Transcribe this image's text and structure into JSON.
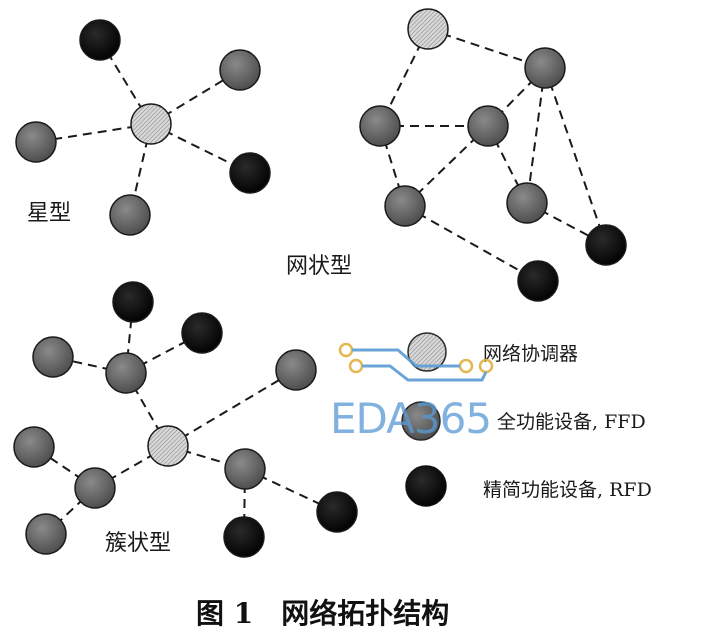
{
  "colors": {
    "background": "#ffffff",
    "link": "#1a1a1a",
    "coordinator": "#d9d9d9",
    "ffd": "#6b6b6b",
    "rfd": "#0d0d0d",
    "watermark": "#5b9bd5"
  },
  "diagram": {
    "star": {
      "label": "星型",
      "nodes": [
        {
          "id": "s0",
          "role": "coordinator"
        },
        {
          "id": "s1",
          "role": "rfd"
        },
        {
          "id": "s2",
          "role": "ffd"
        },
        {
          "id": "s3",
          "role": "ffd"
        },
        {
          "id": "s4",
          "role": "rfd"
        },
        {
          "id": "s5",
          "role": "ffd"
        }
      ],
      "links": [
        [
          "s0",
          "s1"
        ],
        [
          "s0",
          "s2"
        ],
        [
          "s0",
          "s3"
        ],
        [
          "s0",
          "s4"
        ],
        [
          "s0",
          "s5"
        ]
      ]
    },
    "mesh": {
      "label": "网状型",
      "nodes": [
        {
          "id": "m0",
          "role": "coordinator"
        },
        {
          "id": "m1",
          "role": "ffd"
        },
        {
          "id": "m2",
          "role": "ffd"
        },
        {
          "id": "m3",
          "role": "ffd"
        },
        {
          "id": "m4",
          "role": "ffd"
        },
        {
          "id": "m5",
          "role": "ffd"
        },
        {
          "id": "m6",
          "role": "rfd"
        },
        {
          "id": "m7",
          "role": "rfd"
        }
      ],
      "links": [
        [
          "m0",
          "m1"
        ],
        [
          "m0",
          "m2"
        ],
        [
          "m1",
          "m3"
        ],
        [
          "m1",
          "m5"
        ],
        [
          "m1",
          "m6"
        ],
        [
          "m2",
          "m3"
        ],
        [
          "m2",
          "m4"
        ],
        [
          "m3",
          "m4"
        ],
        [
          "m3",
          "m5"
        ],
        [
          "m4",
          "m7"
        ],
        [
          "m5",
          "m6"
        ]
      ]
    },
    "cluster": {
      "label": "簇状型",
      "nodes": [
        {
          "id": "c0",
          "role": "coordinator"
        },
        {
          "id": "c1",
          "role": "ffd"
        },
        {
          "id": "c2",
          "role": "rfd"
        },
        {
          "id": "c3",
          "role": "ffd"
        },
        {
          "id": "c4",
          "role": "rfd"
        },
        {
          "id": "c5",
          "role": "ffd"
        },
        {
          "id": "c6",
          "role": "ffd"
        },
        {
          "id": "c7",
          "role": "ffd"
        },
        {
          "id": "c8",
          "role": "ffd"
        },
        {
          "id": "c9",
          "role": "ffd"
        },
        {
          "id": "c10",
          "role": "rfd"
        },
        {
          "id": "c11",
          "role": "rfd"
        }
      ],
      "links": [
        [
          "c0",
          "c1"
        ],
        [
          "c1",
          "c2"
        ],
        [
          "c1",
          "c3"
        ],
        [
          "c1",
          "c4"
        ],
        [
          "c0",
          "c5"
        ],
        [
          "c0",
          "c6"
        ],
        [
          "c6",
          "c7"
        ],
        [
          "c6",
          "c8"
        ],
        [
          "c0",
          "c9"
        ],
        [
          "c9",
          "c10"
        ],
        [
          "c9",
          "c11"
        ]
      ]
    }
  },
  "legend": [
    {
      "role": "coordinator",
      "label": "网络协调器"
    },
    {
      "role": "ffd",
      "label": "全功能设备, FFD"
    },
    {
      "role": "rfd",
      "label": "精简功能设备, RFD"
    }
  ],
  "caption": "图 1　网络拓扑结构",
  "watermark": {
    "text": "EDA365"
  }
}
